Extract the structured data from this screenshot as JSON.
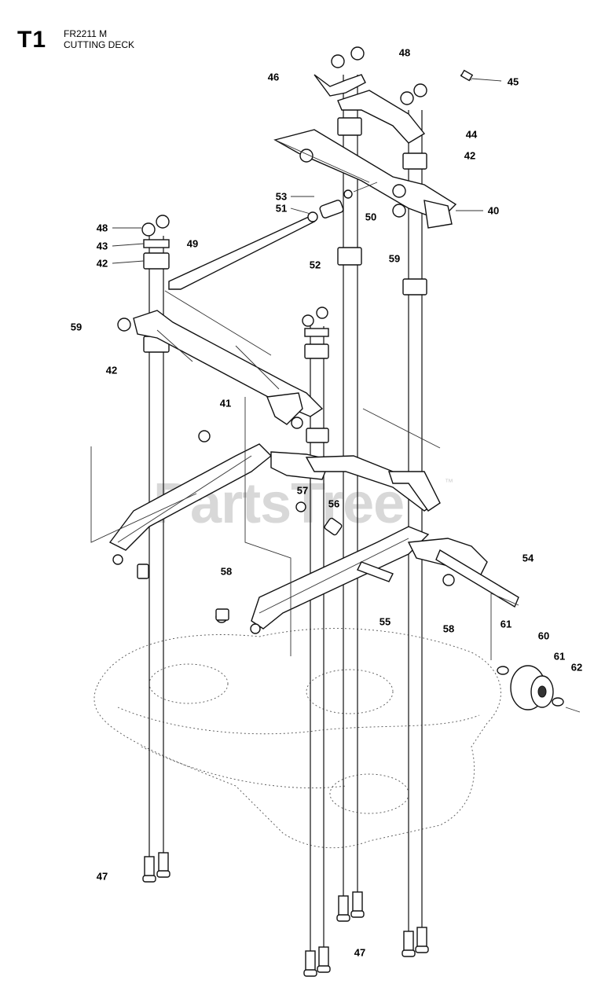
{
  "header": {
    "section_code": "T1",
    "model": "FR2211 M",
    "title": "CUTTING DECK"
  },
  "watermark": {
    "text": "PartsTree",
    "trademark": "™"
  },
  "callouts": [
    {
      "id": "c48a",
      "label": "48"
    },
    {
      "id": "c46",
      "label": "46"
    },
    {
      "id": "c45",
      "label": "45"
    },
    {
      "id": "c44",
      "label": "44"
    },
    {
      "id": "c42a",
      "label": "42"
    },
    {
      "id": "c53",
      "label": "53"
    },
    {
      "id": "c51",
      "label": "51"
    },
    {
      "id": "c50",
      "label": "50"
    },
    {
      "id": "c40",
      "label": "40"
    },
    {
      "id": "c48b",
      "label": "48"
    },
    {
      "id": "c43",
      "label": "43"
    },
    {
      "id": "c42b",
      "label": "42"
    },
    {
      "id": "c49",
      "label": "49"
    },
    {
      "id": "c52",
      "label": "52"
    },
    {
      "id": "c59a",
      "label": "59"
    },
    {
      "id": "c59b",
      "label": "59"
    },
    {
      "id": "c42c",
      "label": "42"
    },
    {
      "id": "c41",
      "label": "41"
    },
    {
      "id": "c57",
      "label": "57"
    },
    {
      "id": "c56",
      "label": "56"
    },
    {
      "id": "c54",
      "label": "54"
    },
    {
      "id": "c58a",
      "label": "58"
    },
    {
      "id": "c55",
      "label": "55"
    },
    {
      "id": "c58b",
      "label": "58"
    },
    {
      "id": "c61a",
      "label": "61"
    },
    {
      "id": "c60",
      "label": "60"
    },
    {
      "id": "c61b",
      "label": "61"
    },
    {
      "id": "c62",
      "label": "62"
    },
    {
      "id": "c47a",
      "label": "47"
    },
    {
      "id": "c47b",
      "label": "47"
    }
  ]
}
